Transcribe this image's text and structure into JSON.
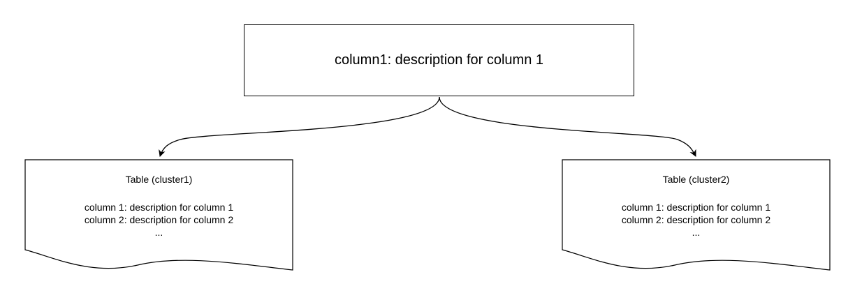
{
  "diagram": {
    "root": {
      "label": "column1: description for column 1"
    },
    "documents": [
      {
        "title": "Table (cluster1)",
        "lines": [
          "column 1: description for column 1",
          "column 2: description for column 2",
          "..."
        ]
      },
      {
        "title": "Table (cluster2)",
        "lines": [
          "column 1: description for column 1",
          "column 2: description for column 2",
          "..."
        ]
      }
    ],
    "colors": {
      "stroke": "#000000",
      "fill": "#ffffff",
      "text": "#000000"
    }
  }
}
